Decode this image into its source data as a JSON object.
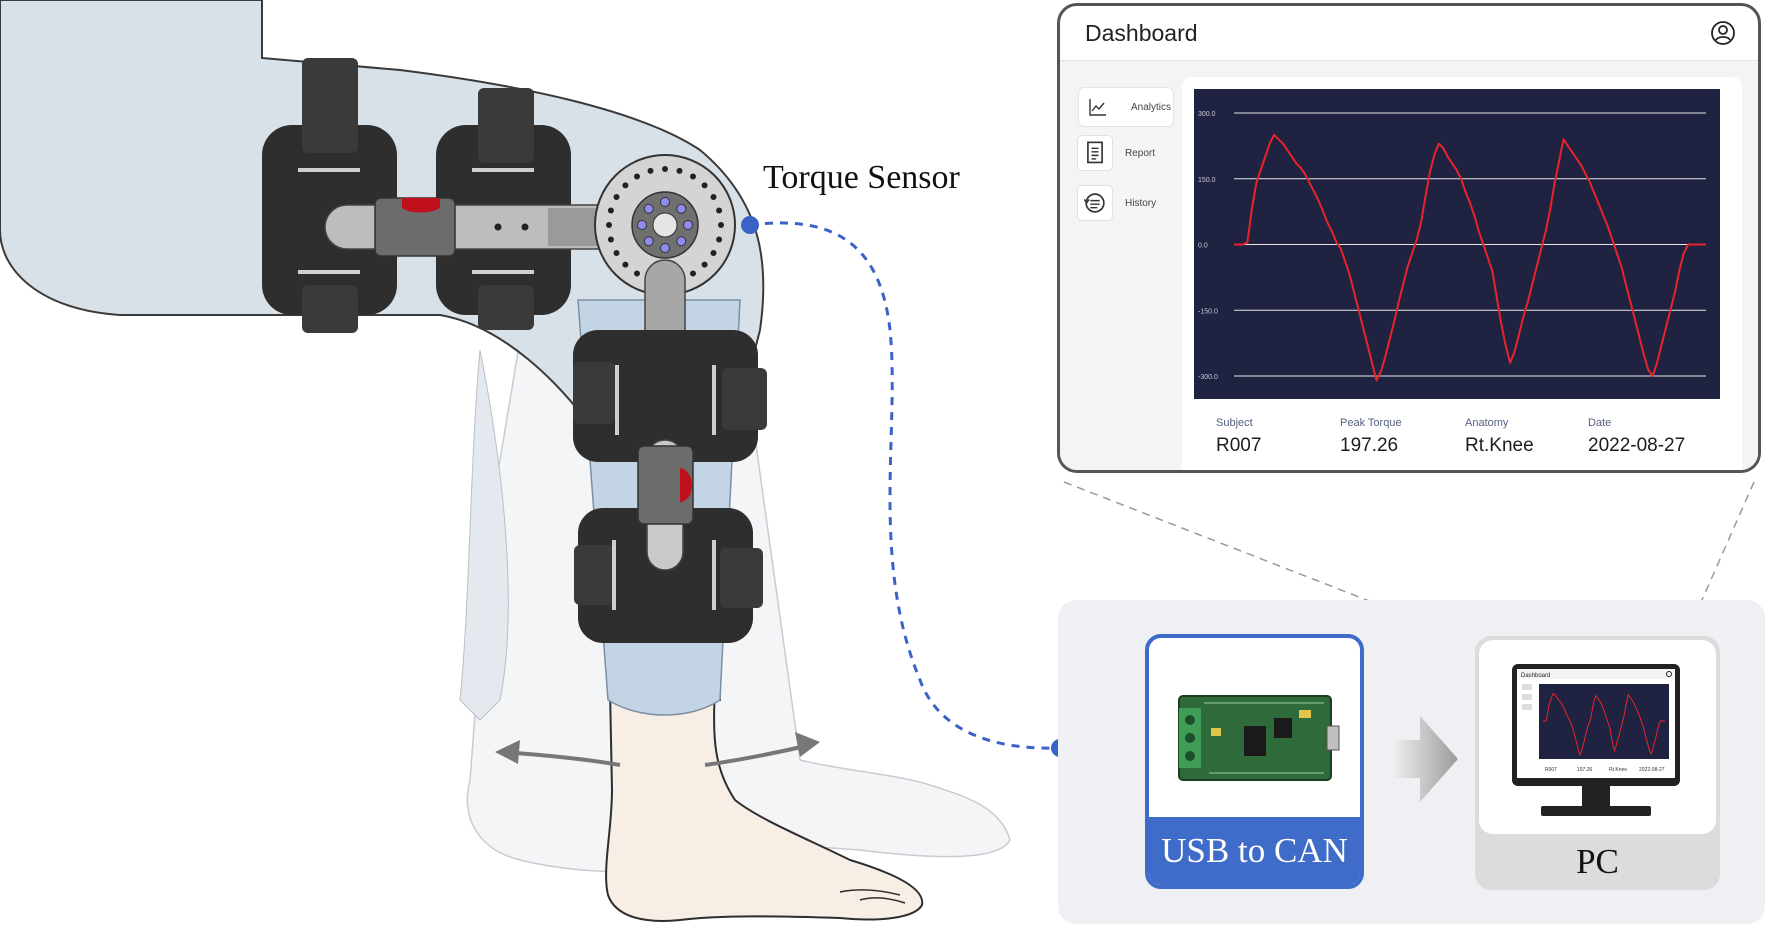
{
  "labels": {
    "torque_sensor": "Torque Sensor",
    "usb_to_can": "USB to CAN",
    "pc": "PC"
  },
  "dashboard": {
    "title": "Dashboard",
    "profile_icon": "user-circle-icon",
    "sidebar": [
      {
        "label": "Analytics",
        "icon": "line-chart-icon"
      },
      {
        "label": "Report",
        "icon": "document-icon"
      },
      {
        "label": "History",
        "icon": "history-icon"
      }
    ],
    "info": [
      {
        "label": "Subject",
        "value": "R007"
      },
      {
        "label": "Peak Torque",
        "value": "197.26"
      },
      {
        "label": "Anatomy",
        "value": "Rt.Knee"
      },
      {
        "label": "Date",
        "value": "2022-08-27"
      }
    ]
  },
  "mini_dashboard": {
    "title": "Dashboard",
    "info_values": [
      "R007",
      "197.26",
      "Rt.Knee",
      "2022-08-27"
    ]
  },
  "colors": {
    "chart_bg": "#1f2240",
    "signal": "#e8242a",
    "accent_blue": "#3e6cc8",
    "dashed_link": "#3b63c7",
    "strap": "#2b2b2b",
    "clip_red": "#c0101b"
  },
  "chart_data": {
    "type": "line",
    "title": "",
    "xlabel": "",
    "ylabel": "",
    "ylim": [
      -300,
      300
    ],
    "yticks": [
      "300.0",
      "150.0",
      "0.0",
      "-150.0",
      "-300.0"
    ],
    "y": [
      0,
      0,
      0,
      5,
      80,
      140,
      170,
      200,
      230,
      250,
      240,
      230,
      215,
      200,
      185,
      175,
      160,
      140,
      120,
      100,
      75,
      50,
      30,
      5,
      -10,
      -40,
      -70,
      -110,
      -150,
      -190,
      -230,
      -270,
      -310,
      -290,
      -255,
      -215,
      -175,
      -130,
      -90,
      -50,
      -20,
      10,
      50,
      110,
      165,
      205,
      230,
      220,
      200,
      185,
      170,
      150,
      120,
      95,
      65,
      30,
      0,
      -30,
      -60,
      -120,
      -180,
      -230,
      -270,
      -245,
      -205,
      -165,
      -130,
      -90,
      -50,
      -10,
      30,
      80,
      140,
      190,
      240,
      225,
      210,
      195,
      180,
      160,
      140,
      115,
      90,
      65,
      40,
      10,
      -20,
      -50,
      -90,
      -130,
      -170,
      -210,
      -250,
      -285,
      -300,
      -270,
      -230,
      -190,
      -150,
      -110,
      -60,
      -20,
      0,
      0,
      0,
      0,
      0
    ]
  }
}
